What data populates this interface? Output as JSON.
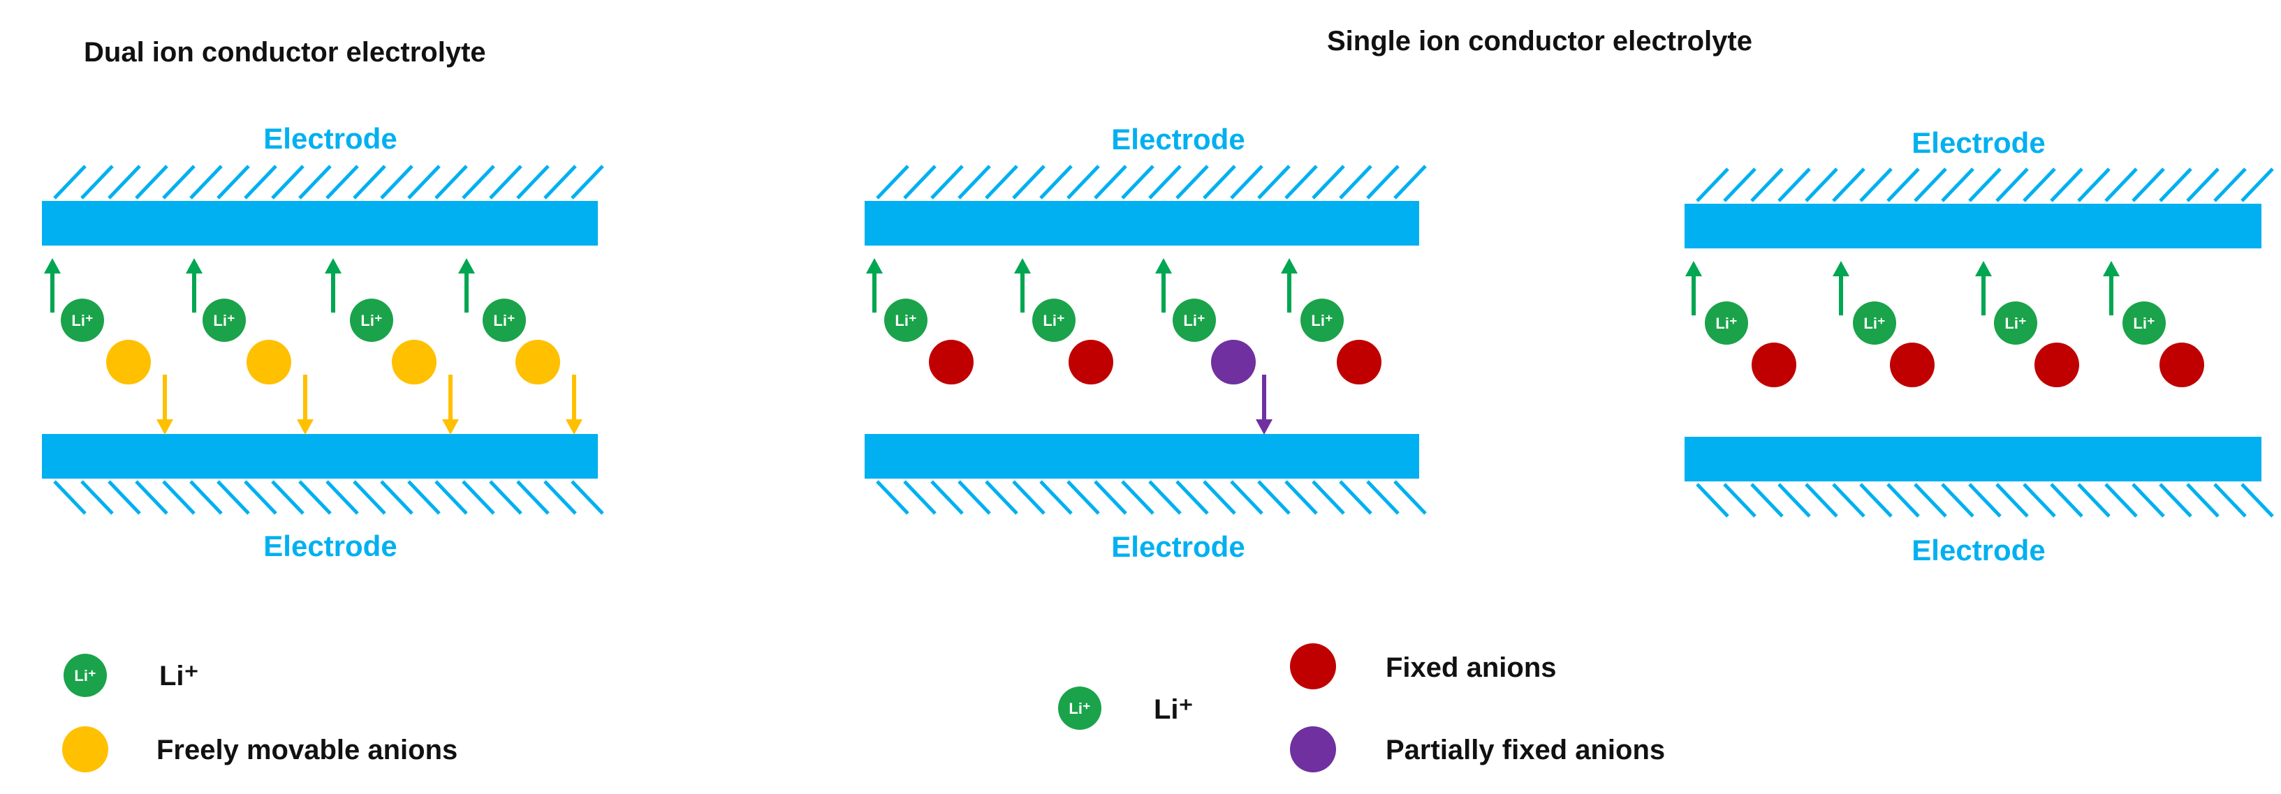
{
  "titles": {
    "dual": "Dual ion conductor electrolyte",
    "single": "Single ion conductor electrolyte"
  },
  "electrode_label": "Electrode",
  "ion_label": "Li⁺",
  "legend": {
    "left": {
      "li": "Li⁺",
      "free_anion": "Freely movable anions"
    },
    "right": {
      "li": "Li⁺",
      "fixed_anion": "Fixed anions",
      "partial_anion": "Partially fixed anions"
    }
  },
  "colors": {
    "electrode": "#00b0f0",
    "li_ion": "#1aa34a",
    "li_arrow": "#00a651",
    "free_anion": "#ffc000",
    "fixed_anion": "#c00000",
    "partial_anion": "#7030a0"
  },
  "panels": [
    {
      "id": "dual",
      "anion_types": [
        "free",
        "free",
        "free",
        "free"
      ],
      "li_arrows": true
    },
    {
      "id": "single-partial",
      "anion_types": [
        "fixed",
        "fixed",
        "partial",
        "fixed"
      ],
      "li_arrows": true
    },
    {
      "id": "single-fixed",
      "anion_types": [
        "fixed",
        "fixed",
        "fixed",
        "fixed"
      ],
      "li_arrows": true
    }
  ]
}
